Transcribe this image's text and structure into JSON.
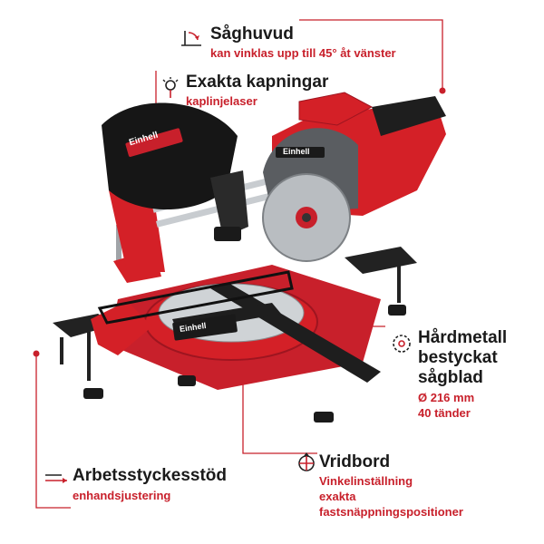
{
  "callouts": {
    "saw_head": {
      "title": "Såghuvud",
      "subtitle": "kan vinklas upp till 45° åt vänster",
      "icon": "tilt-icon"
    },
    "precise_cuts": {
      "title": "Exakta kapningar",
      "subtitle": "kaplinjelaser",
      "icon": "laser-icon"
    },
    "blade": {
      "title_lines": [
        "Hårdmetall",
        "bestyckat",
        "sågblad"
      ],
      "details": [
        "Ø 216 mm",
        "40 tänder"
      ],
      "icon": "saw-blade-icon"
    },
    "turntable": {
      "title": "Vridbord",
      "details": [
        "Vinkelinställning",
        "exakta",
        "fastsnäppningspositioner"
      ],
      "icon": "turntable-icon"
    },
    "workpiece_support": {
      "title": "Arbetsstyckesstöd",
      "subtitle": "enhandsjustering",
      "icon": "workpiece-support-icon"
    }
  },
  "product": {
    "brand_label": "Einhell",
    "bag_label": "Einhell",
    "table_label": "Einhell"
  },
  "colors": {
    "accent": "#c8202b",
    "body_red": "#d42027",
    "dark": "#1a1a1a",
    "grey": "#5a5d61"
  }
}
